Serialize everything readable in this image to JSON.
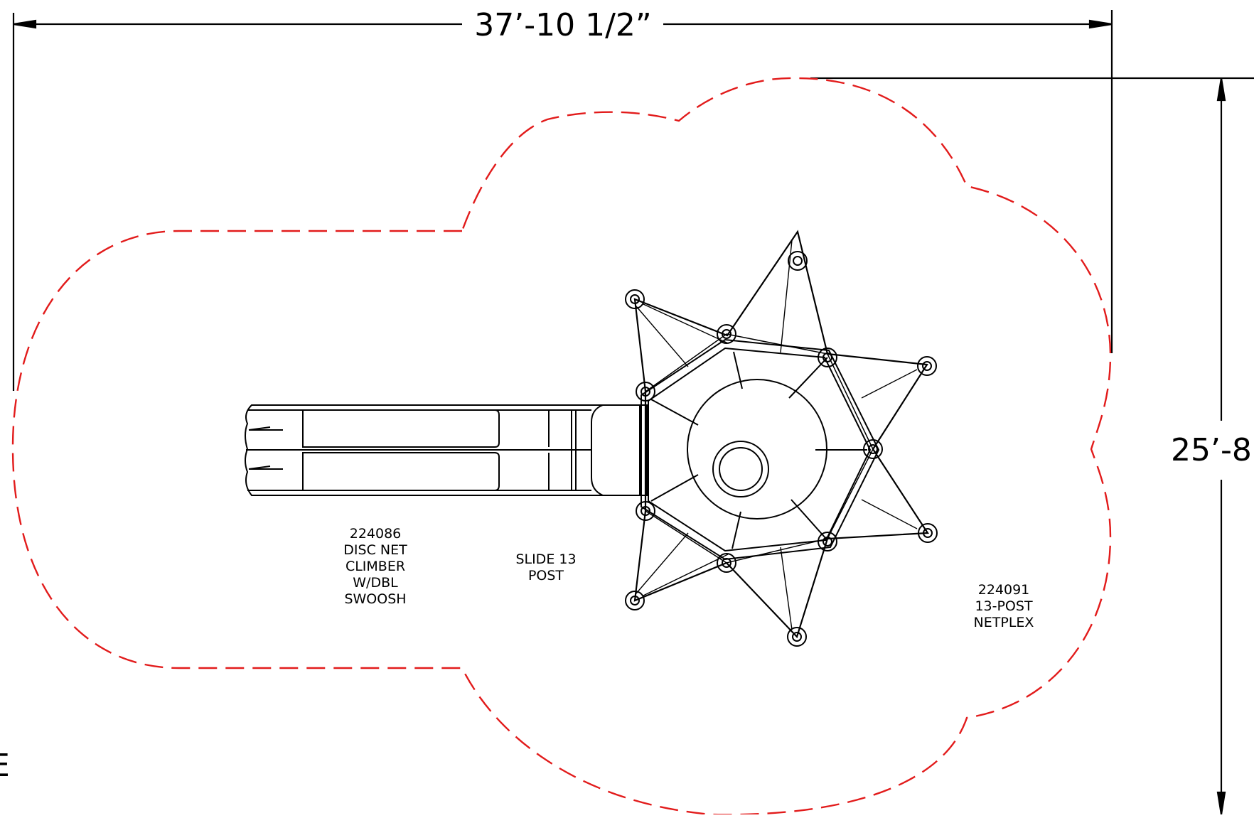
{
  "dimensions": {
    "width_label": "37’-10 1/2”",
    "height_label": "25’-8"
  },
  "labels": {
    "climber": [
      "224086",
      "DISC NET",
      "CLIMBER",
      "W/DBL",
      "SWOOSH"
    ],
    "slide": [
      "SLIDE 13",
      "POST"
    ],
    "netplex": [
      "224091",
      "13-POST",
      "NETPLEX"
    ],
    "edge_fragment": "E"
  },
  "colors": {
    "line": "#000000",
    "use_zone": "#e21b1b",
    "background": "#ffffff"
  }
}
